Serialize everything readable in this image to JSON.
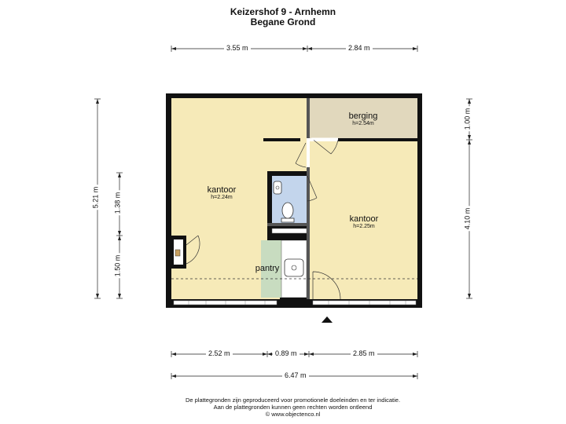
{
  "title": "Keizershof 9 - Arnhemn",
  "subtitle": "Begane Grond",
  "dimensions": {
    "top_left": "3.55 m",
    "top_right": "2.84 m",
    "left_total": "5.21 m",
    "left_upper": "1.38 m",
    "left_lower": "1.50 m",
    "right_upper": "1.00 m",
    "right_lower": "4.10 m",
    "bottom_a": "2.52 m",
    "bottom_b": "0.89 m",
    "bottom_c": "2.85 m",
    "bottom_total": "6.47 m"
  },
  "rooms": {
    "kantoor_left": {
      "name": "kantoor",
      "height": "h=2.24m"
    },
    "berging": {
      "name": "berging",
      "height": "h=2.54m"
    },
    "kantoor_right": {
      "name": "kantoor",
      "height": "h=2.25m"
    },
    "pantry": {
      "name": "pantry"
    }
  },
  "colors": {
    "floor": "#f6eab8",
    "storage": "#e1d8bd",
    "bathroom": "#c3d5ec",
    "pantry": "#c8dcc0",
    "wall": "#111111"
  },
  "disclaimer": {
    "line1": "De plattegronden zijn geproduceerd voor promotionele doeleinden en ter indicatie.",
    "line2": "Aan de plattegronden kunnen geen rechten worden ontleend",
    "line3": "© www.objectenco.nl"
  }
}
